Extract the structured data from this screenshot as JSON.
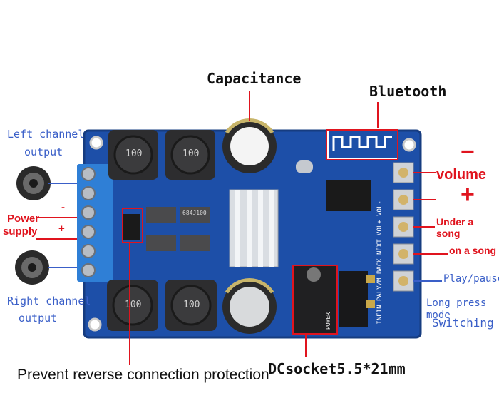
{
  "labels": {
    "capacitance": "Capacitance",
    "bluetooth": "Bluetooth",
    "left_channel_line1": "Left channel",
    "left_channel_line2": "output",
    "right_channel_line1": "Right channel",
    "right_channel_line2": "output",
    "power_supply_line1": "Power",
    "power_supply_line2": "supply",
    "minus_sign": "-",
    "plus_sign": "+",
    "volume": "volume",
    "volume_minus": "−",
    "volume_plus": "+",
    "under_a_song": "Under a song",
    "on_a_song": "on a song",
    "play_pause": "Play/pause",
    "long_press_line1": "Long press mode",
    "long_press_line2": "Switching",
    "prevent_reverse": "Prevent reverse connection protection",
    "dc_socket": "DCsocket5.5*21mm"
  },
  "board_print": {
    "inductor_marking": "100",
    "chip_marking": "684J100",
    "silkscreen_edge": "LINEIN PALY/M BACK NEXT VOL+ VOL-",
    "power_mark": "POWER"
  },
  "colors": {
    "board": "#1d4fa8",
    "label_blue": "#3a5fc8",
    "label_red": "#e0141e",
    "terminal": "#2f7fd6",
    "heatsink": "#d9dde2"
  }
}
